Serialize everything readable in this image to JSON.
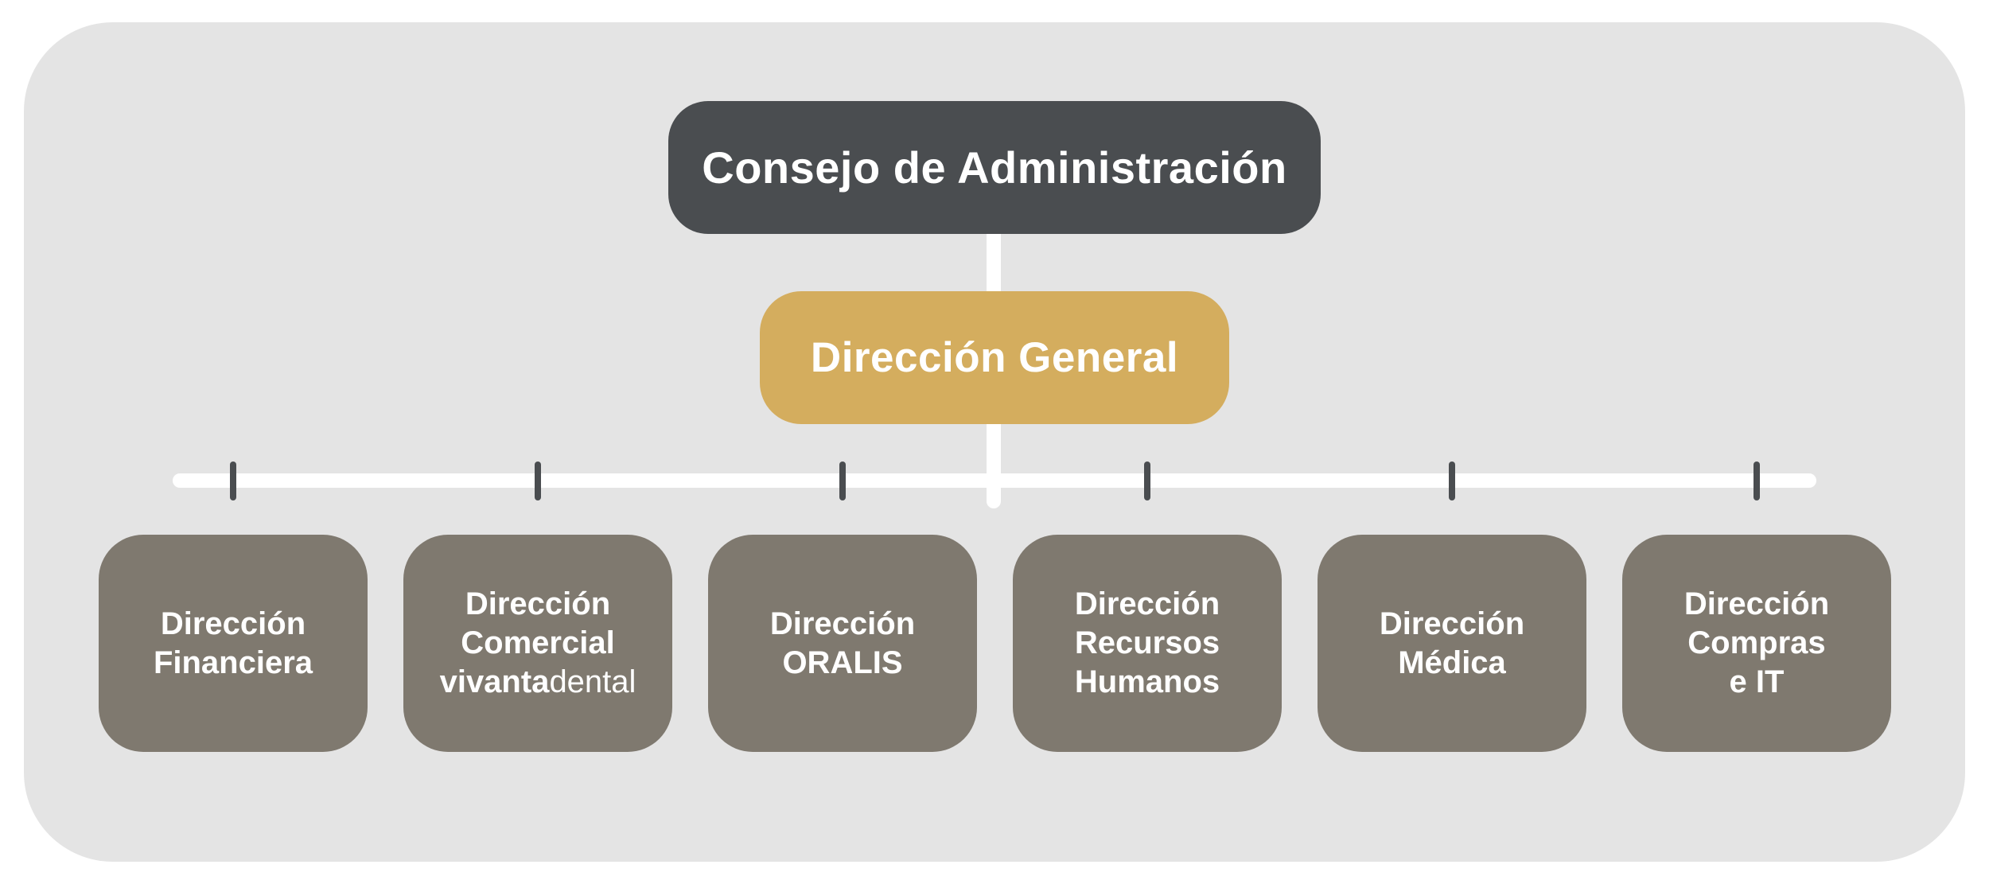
{
  "chart": {
    "board": {
      "label": "Consejo de Administración",
      "color": "#4a4d50"
    },
    "general": {
      "label": "Dirección General",
      "color": "#d4ad5e"
    },
    "departments_color": "#7f796f",
    "connector_color": "#ffffff",
    "tick_color": "#4a4d50",
    "departments": [
      {
        "lines": [
          "Dirección",
          "Financiera"
        ]
      },
      {
        "lines": [
          "Dirección",
          "Comercial"
        ],
        "brand_bold": "vivanta",
        "brand_light": "dental"
      },
      {
        "lines": [
          "Dirección",
          "ORALIS"
        ]
      },
      {
        "lines": [
          "Dirección",
          "Recursos",
          "Humanos"
        ]
      },
      {
        "lines": [
          "Dirección",
          "Médica"
        ]
      },
      {
        "lines": [
          "Dirección",
          "Compras",
          "e IT"
        ]
      }
    ]
  }
}
